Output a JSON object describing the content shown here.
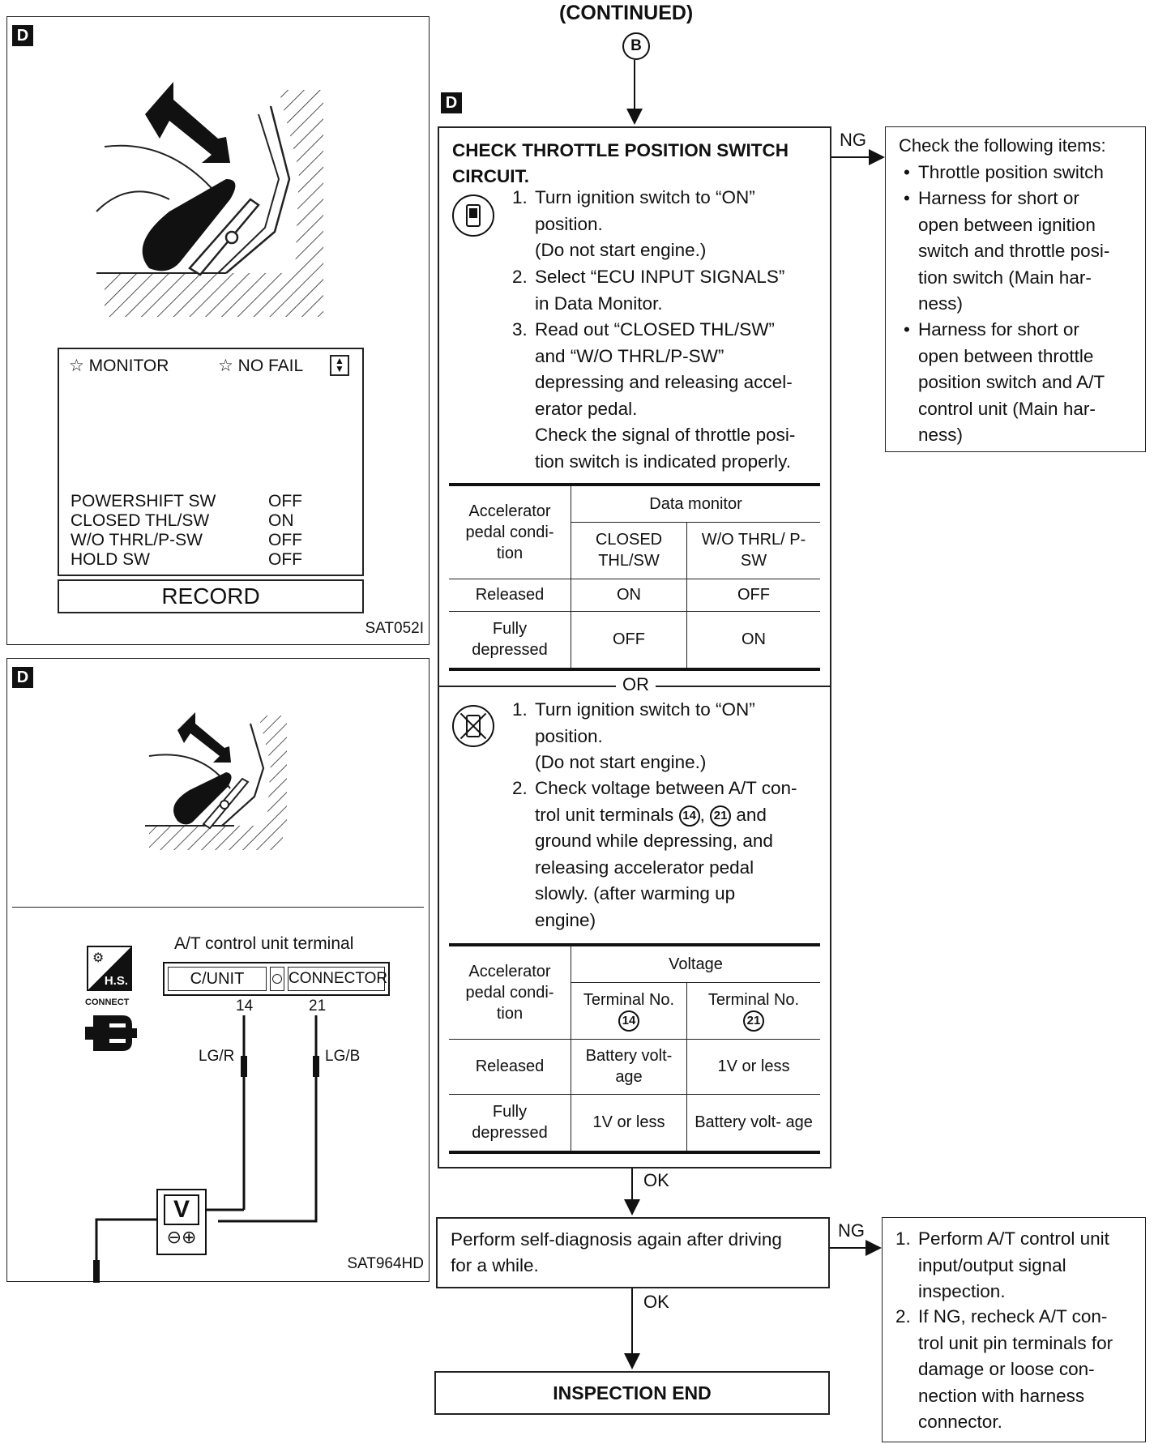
{
  "header": {
    "continued": "(CONTINUED)",
    "connector_letter": "B"
  },
  "section_tag": "D",
  "left": {
    "fig1": {
      "monitor_title": "☆ MONITOR",
      "no_fail": "☆ NO FAIL",
      "rows": [
        {
          "name": "POWERSHIFT SW",
          "value": "OFF"
        },
        {
          "name": "CLOSED THL/SW",
          "value": "ON"
        },
        {
          "name": "W/O THRL/P-SW",
          "value": "OFF"
        },
        {
          "name": "HOLD SW",
          "value": "OFF"
        }
      ],
      "record": "RECORD",
      "code": "SAT052I"
    },
    "fig2": {
      "terminal_title": "A/T control unit terminal",
      "cunit": "C/UNIT",
      "connector": "CONNECTOR",
      "pin14": "14",
      "pin21": "21",
      "wire1": "LG/R",
      "wire2": "LG/B",
      "meter": "V",
      "minus": "⊖",
      "plus": "⊕",
      "hs": "H.S.",
      "connect": "CONNECT",
      "code": "SAT964HD"
    }
  },
  "main": {
    "title_line1": "CHECK THROTTLE POSITION SWITCH",
    "title_line2": "CIRCUIT.",
    "consult_steps": [
      {
        "n": "1.",
        "lines": [
          "Turn ignition switch to “ON”",
          "position.",
          "(Do not start engine.)"
        ]
      },
      {
        "n": "2.",
        "lines": [
          "Select “ECU INPUT SIGNALS”",
          "in Data Monitor."
        ]
      },
      {
        "n": "3.",
        "lines": [
          "Read out “CLOSED THL/SW”",
          "and “W/O THRL/P-SW”",
          "depressing and releasing accel-",
          "erator pedal.",
          "Check the signal of throttle posi-",
          "tion switch is indicated properly."
        ]
      }
    ],
    "table1": {
      "col0": "Accelerator pedal condi- tion",
      "group": "Data monitor",
      "col1": "CLOSED THL/SW",
      "col2": "W/O THRL/ P-SW",
      "rows": [
        {
          "cond": "Released",
          "a": "ON",
          "b": "OFF"
        },
        {
          "cond": "Fully depressed",
          "a": "OFF",
          "b": "ON"
        }
      ]
    },
    "or": "OR",
    "noconsult_steps": [
      {
        "n": "1.",
        "lines": [
          "Turn ignition switch to “ON”",
          "position.",
          "(Do not start engine.)"
        ]
      },
      {
        "n": "2.",
        "lines": [
          "Check voltage between A/T con-",
          "trol unit terminals",
          "ground while depressing, and",
          "releasing accelerator pedal",
          "slowly. (after warming up",
          "engine)"
        ]
      }
    ],
    "terminals_inline": {
      "t14": "14",
      "sep": ",",
      "t21": "21",
      "and": "and"
    },
    "table2": {
      "col0": "Accelerator pedal condi- tion",
      "group": "Voltage",
      "col1": "Terminal No.",
      "col2": "Terminal No.",
      "col1_num": "14",
      "col2_num": "21",
      "rows": [
        {
          "cond": "Released",
          "a": "Battery volt- age",
          "b": "1V or less"
        },
        {
          "cond": "Fully depressed",
          "a": "1V or less",
          "b": "Battery volt- age"
        }
      ]
    }
  },
  "flow": {
    "ng1": "NG",
    "ok1": "OK",
    "ng2": "NG",
    "ok2": "OK",
    "selfdiag_line1": "Perform self-diagnosis again after driving",
    "selfdiag_line2": "for a while.",
    "end": "INSPECTION END"
  },
  "right1": {
    "title": "Check the following items:",
    "items": [
      [
        "Throttle position switch"
      ],
      [
        "Harness for short or",
        "open between ignition",
        "switch and throttle posi-",
        "tion switch (Main har-",
        "ness)"
      ],
      [
        "Harness for short or",
        "open between throttle",
        "position switch and A/T",
        "control unit (Main har-",
        "ness)"
      ]
    ]
  },
  "right2": {
    "items": [
      {
        "n": "1.",
        "lines": [
          "Perform A/T control unit",
          "input/output signal",
          "inspection."
        ]
      },
      {
        "n": "2.",
        "lines": [
          "If NG, recheck A/T con-",
          "trol unit pin terminals for",
          "damage or loose con-",
          "nection with harness",
          "connector."
        ]
      }
    ]
  }
}
